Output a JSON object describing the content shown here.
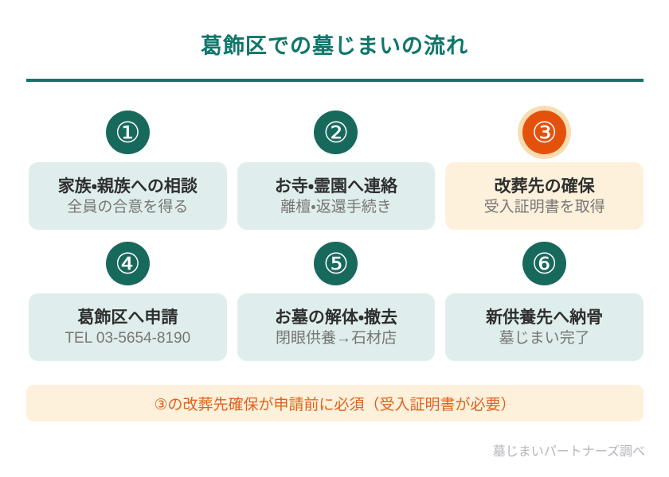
{
  "page": {
    "title": "葛飾区での墓じまいの流れ",
    "note": "③の改葬先確保が申請前に必須（受入証明書が必要）",
    "footer": "墓じまいパートナーズ調べ"
  },
  "colors": {
    "teal": "#0e766a",
    "circle_teal": "#17695c",
    "card_teal_bg": "#dfeeec",
    "highlight_orange": "#e4510c",
    "highlight_halo": "#f8ddb2",
    "cream_bg": "#fdf1dc",
    "note_text": "#e2611a",
    "subtitle_gray": "#767676",
    "footer_gray": "#b4b4bc"
  },
  "steps": [
    {
      "number": "①",
      "title": "家族・親族への相談",
      "subtitle": "全員の合意を得る",
      "highlight": false
    },
    {
      "number": "②",
      "title": "お寺・霊園へ連絡",
      "subtitle": "離檀・返還手続き",
      "highlight": false
    },
    {
      "number": "③",
      "title": "改葬先の確保",
      "subtitle": "受入証明書を取得",
      "highlight": true
    },
    {
      "number": "④",
      "title": "葛飾区へ申請",
      "subtitle": "TEL 03-5654-8190",
      "highlight": false
    },
    {
      "number": "⑤",
      "title": "お墓の解体・撤去",
      "subtitle": "閉眼供養→石材店",
      "highlight": false
    },
    {
      "number": "⑥",
      "title": "新供養先へ納骨",
      "subtitle": "墓じまい完了",
      "highlight": false
    }
  ]
}
